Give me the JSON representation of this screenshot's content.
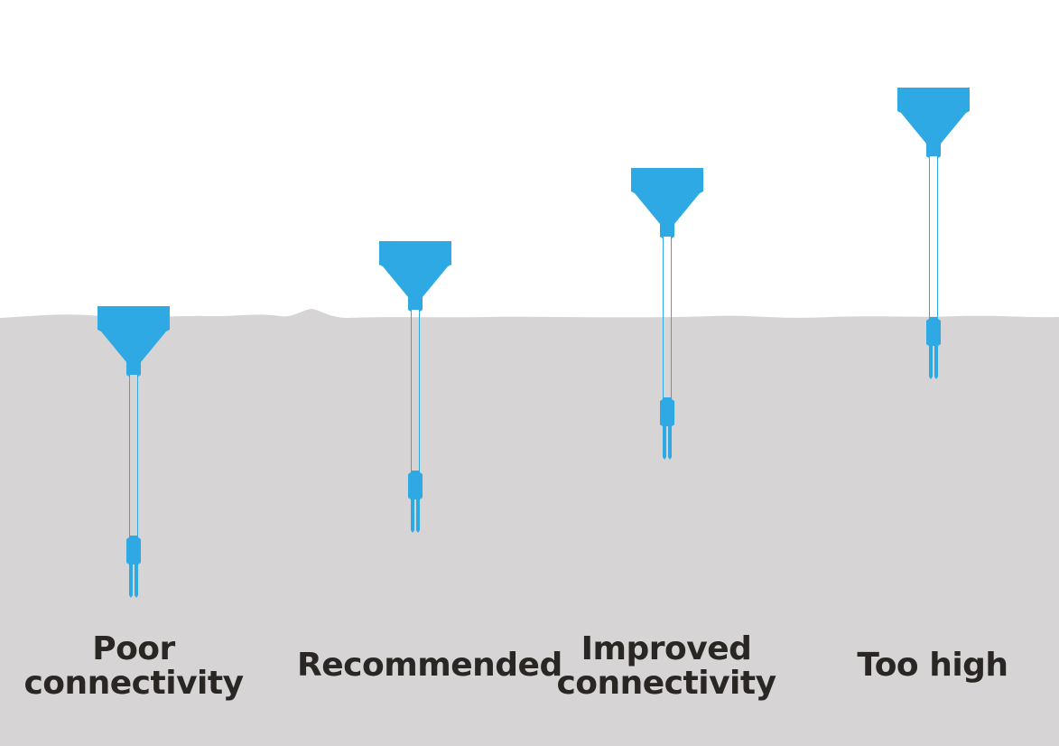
{
  "colors": {
    "ground": "#d6d4d5",
    "sky": "#ffffff",
    "sensor": "#2ea9e3",
    "text": "#2a2624"
  },
  "ground_icon": "soil-surface",
  "sensor_icon": "soil-moisture-sensor-probe",
  "sensors": [
    {
      "id": "poor",
      "label_lines": [
        "Poor",
        "connectivity"
      ]
    },
    {
      "id": "recommended",
      "label_lines": [
        "Recommended"
      ]
    },
    {
      "id": "improved",
      "label_lines": [
        "Improved",
        "connectivity"
      ]
    },
    {
      "id": "too-high",
      "label_lines": [
        "Too high"
      ]
    }
  ]
}
